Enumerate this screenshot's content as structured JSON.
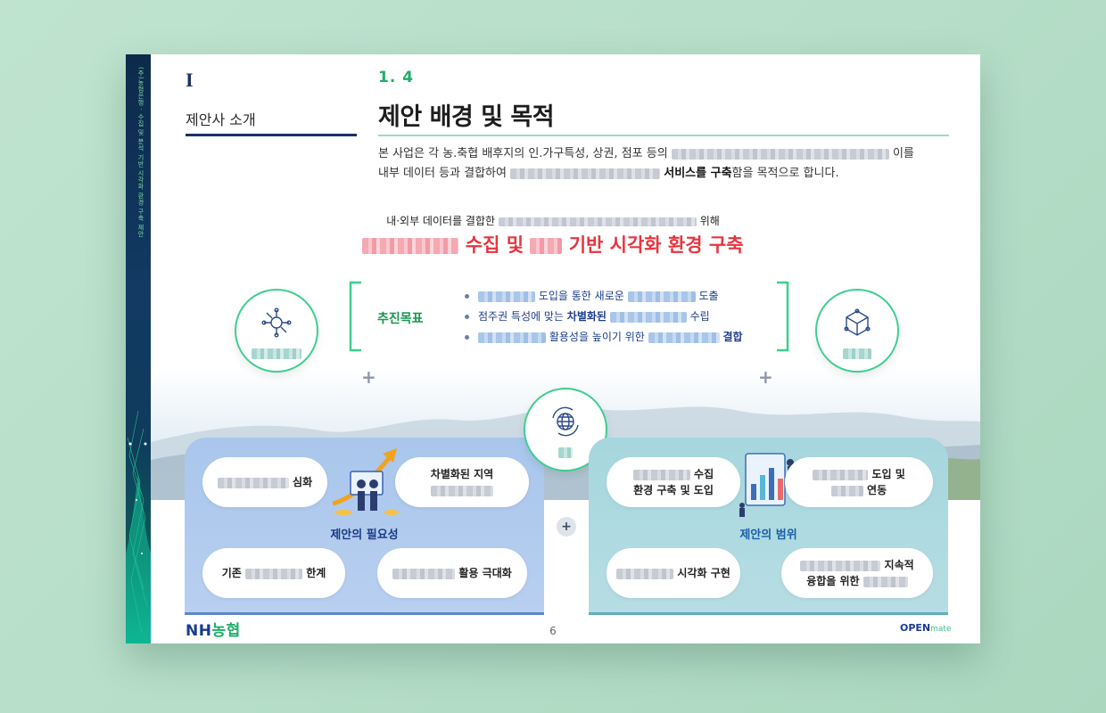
{
  "strip": {
    "vertical_text": "(주)농협은행 · 수집 및 분석 기반 시각화 환경 구축 제안"
  },
  "section": {
    "number": "I",
    "title": "제안사 소개"
  },
  "subsection": {
    "number": "1. 4",
    "title": "제안 배경 및 목적"
  },
  "intro": {
    "line1_a": "본 사업은 각 농.축협 배후지의 인.가구특성, 상권, 점포 등의",
    "line1_b": "이를",
    "line2_a": "내부 데이터 등과 결합하여",
    "line2_bold": "서비스를 구축",
    "line2_c": "함을 목적으로 합니다."
  },
  "headline": {
    "sub_a": "내·외부 데이터를 결합한",
    "sub_b": "위해",
    "main_a": "수집 및",
    "main_b": "기반 시각화 환경 구축"
  },
  "goal": {
    "label": "추진목표",
    "item1_a": "도입을 통한 새로운",
    "item1_b": "도출",
    "item2_a": "점주권 특성에 맞는",
    "item2_bold": "차별화된",
    "item2_b": "수립",
    "item3_a": "활용성을 높이기 위한",
    "item3_b": "결합"
  },
  "icons": {
    "left": "circuit-network-icon",
    "right": "cube-network-icon",
    "center": "globe-refresh-icon"
  },
  "necessity": {
    "title": "제안의 필요성",
    "pill1": "심화",
    "pill2_a": "차별화된 지역",
    "pill3_a": "기존",
    "pill3_b": "한계",
    "pill4": "활용 극대화"
  },
  "scope": {
    "title": "제안의 범위",
    "pill1_a": "수집",
    "pill1_b": "환경 구축 및 도입",
    "pill2_a": "도입 및",
    "pill2_b": "연동",
    "pill3": "시각화 구현",
    "pill4_a": "지속적",
    "pill4_b": "융합을 위한"
  },
  "footer": {
    "logo_nh": "NH",
    "logo_kr": "농협",
    "page": "6",
    "brand": "OPEN",
    "brand_sub": "mate"
  },
  "colors": {
    "navy": "#1c2f6b",
    "green": "#1fae6a",
    "red": "#e8343f",
    "goal_blue": "#1d3c8f",
    "circle_border": "#3ccf8e"
  }
}
